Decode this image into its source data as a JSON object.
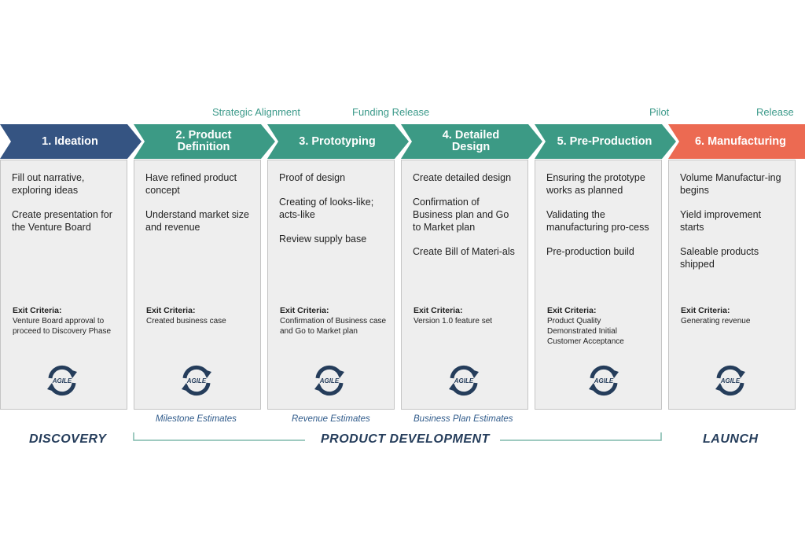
{
  "gates": [
    {
      "label": "Strategic Alignment"
    },
    {
      "label": "Funding Release"
    },
    {
      "label": "Pilot"
    },
    {
      "label": "Release"
    }
  ],
  "stages": [
    {
      "title_lines": [
        "1. Ideation",
        ""
      ],
      "color": "#355482",
      "items": [
        "Fill out narrative, exploring ideas",
        "Create presentation for the Venture Board"
      ],
      "exit_label": "Exit Criteria:",
      "exit_text": "Venture Board approval to proceed to Discovery Phase",
      "agile_label": "AGILE"
    },
    {
      "title_lines": [
        "2. Product",
        "Definition"
      ],
      "color": "#3c9a85",
      "items": [
        "Have refined product concept",
        "Understand market size and revenue"
      ],
      "exit_label": "Exit Criteria:",
      "exit_text": "Created business case",
      "agile_label": "AGILE"
    },
    {
      "title_lines": [
        "3.  Prototyping",
        ""
      ],
      "color": "#3c9a85",
      "items": [
        "Proof of design",
        "Creating of looks-like; acts-like",
        "Review supply base"
      ],
      "exit_label": "Exit Criteria:",
      "exit_text": "Confirmation of Business case and Go to Market plan",
      "agile_label": "AGILE"
    },
    {
      "title_lines": [
        "4.  Detailed",
        "Design"
      ],
      "color": "#3c9a85",
      "items": [
        "Create detailed design",
        "Confirmation of Business plan and Go to Market plan",
        "Create Bill of Materi-als"
      ],
      "exit_label": "Exit Criteria:",
      "exit_text": "Version 1.0 feature set",
      "agile_label": "AGILE"
    },
    {
      "title_lines": [
        "5. Pre-Production",
        ""
      ],
      "color": "#3c9a85",
      "items": [
        "Ensuring the prototype works as planned",
        "Validating the manufacturing pro-cess",
        "Pre-production build"
      ],
      "exit_label": "Exit Criteria:",
      "exit_text": "Product Quality Demonstrated Initial Customer Acceptance",
      "agile_label": "AGILE"
    },
    {
      "title_lines": [
        "6.  Manufacturing",
        ""
      ],
      "color": "#ec6a52",
      "items": [
        "Volume Manufactur-ing begins",
        "Yield improvement starts",
        "Saleable products shipped"
      ],
      "exit_label": "Exit Criteria:",
      "exit_text": "Generating revenue",
      "agile_label": "AGILE"
    }
  ],
  "estimates": [
    {
      "label": "Milestone Estimates"
    },
    {
      "label": "Revenue Estimates"
    },
    {
      "label": "Business Plan Estimates"
    }
  ],
  "phases": {
    "discovery": "DISCOVERY",
    "product_development": "PRODUCT DEVELOPMENT",
    "launch": "LAUNCH"
  },
  "colors": {
    "navy": "#355482",
    "teal": "#3c9a85",
    "coral": "#ec6a52",
    "phase_text": "#253d5b"
  }
}
